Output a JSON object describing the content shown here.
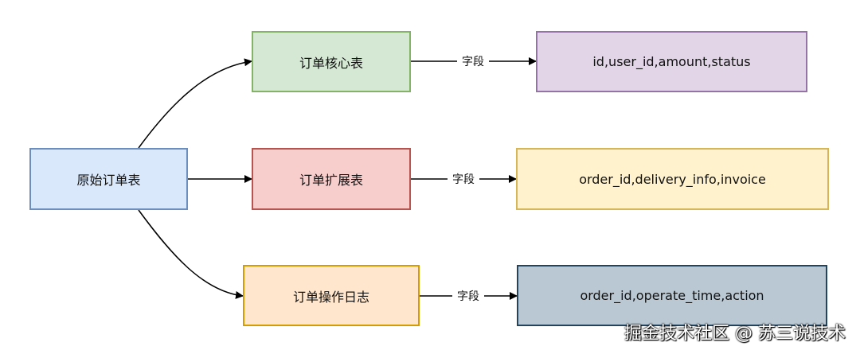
{
  "nodes": {
    "source": {
      "label": "原始订单表",
      "fill": "#dae8fc",
      "stroke": "#6c8ebf"
    },
    "core": {
      "label": "订单核心表",
      "fill": "#d5e8d4",
      "stroke": "#82b366"
    },
    "ext": {
      "label": "订单扩展表",
      "fill": "#f8cecc",
      "stroke": "#b85450"
    },
    "log": {
      "label": "订单操作日志",
      "fill": "#ffe6cc",
      "stroke": "#d79b00"
    },
    "core_fields": {
      "label": "id,user_id,amount,status",
      "fill": "#e1d5e7",
      "stroke": "#9673a6"
    },
    "ext_fields": {
      "label": "order_id,delivery_info,invoice",
      "fill": "#fff2cc",
      "stroke": "#d6b656"
    },
    "log_fields": {
      "label": "order_id,operate_time,action",
      "fill": "#bac8d3",
      "stroke": "#23445d"
    }
  },
  "edges": {
    "field_label": "字段"
  },
  "watermark": "掘金技术社区 @ 苏三说技术"
}
